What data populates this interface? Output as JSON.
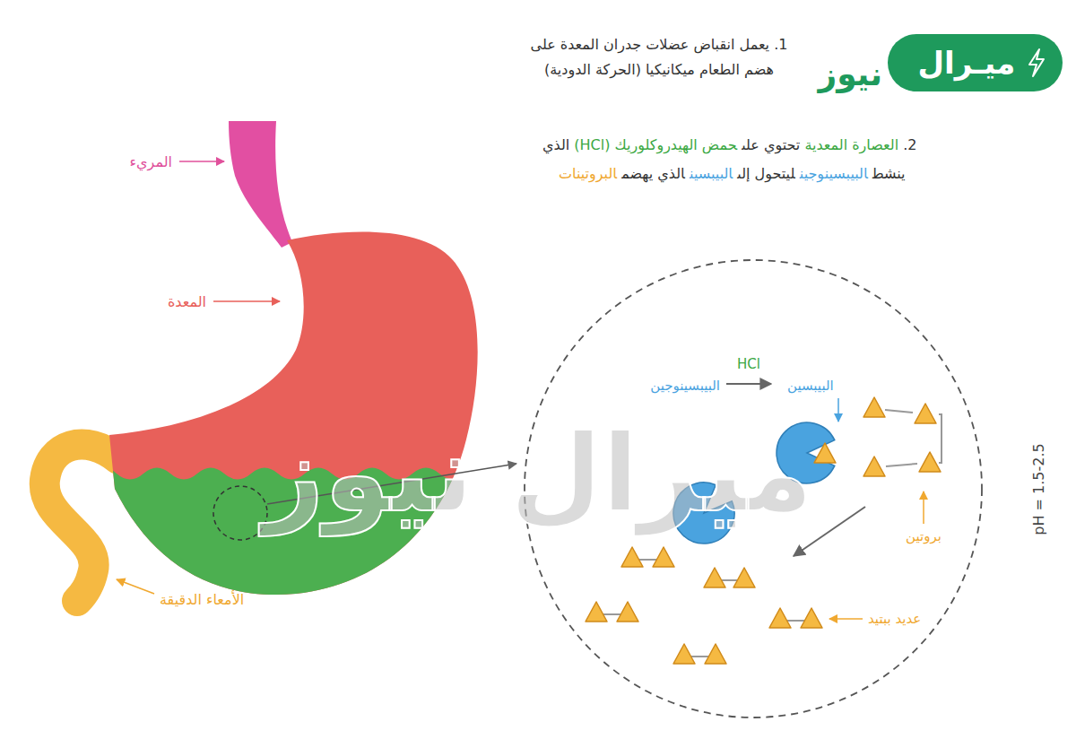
{
  "diagram": {
    "nodes": [
      {
        "text": [
          "ميـرال",
          "نيوز"
        ]
      }
    ],
    "labels": [
      "المريء",
      "المعدة",
      "الأمعاء الدقيقة",
      "1. يعمل انقباض عضلات جدران المعدة على هضم الطعام ميكانيكيا (الحركة الدودية)",
      "2.",
      "العصارة المعدية",
      "تحتوي على",
      "حمض الهيدروكلوريك (HCl)",
      "الذي ينشط",
      "البيبسينوجين",
      "ليتحول إلى",
      "البيبسين",
      "الذي يهضم",
      "البروتينات",
      "البيبسينوجين",
      "HCl",
      "البيبسين",
      "بروتين",
      "عديد ببتيد",
      "pH = 1.5-2.5",
      "ميرال نيوز"
    ]
  }
}
